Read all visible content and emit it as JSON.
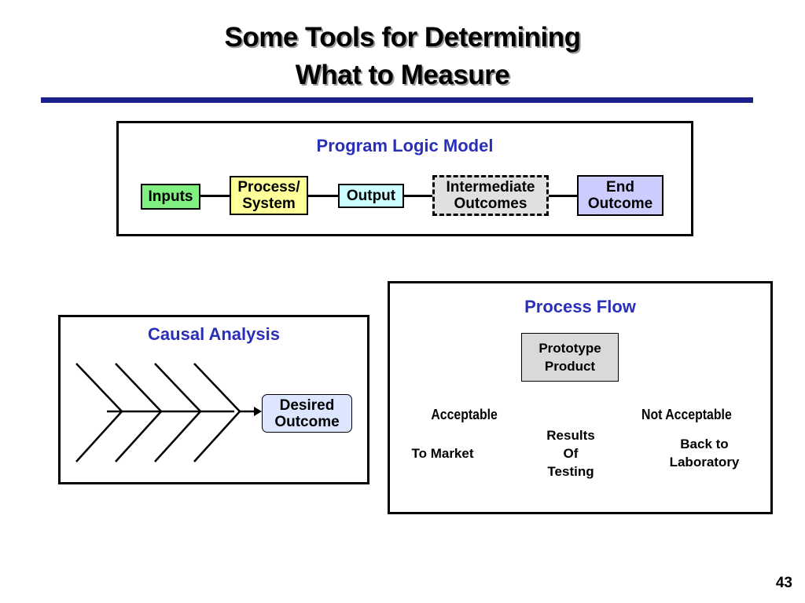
{
  "slide": {
    "title_line1": "Some Tools for Determining",
    "title_line2": "What to Measure",
    "page_number": "43"
  },
  "logic_model": {
    "title": "Program Logic Model",
    "nodes": [
      {
        "label": "Inputs",
        "fill": "#80f080"
      },
      {
        "label_line1": "Process/",
        "label_line2": "System",
        "fill": "#ffff99"
      },
      {
        "label": "Output",
        "fill": "#ccffff"
      },
      {
        "label_line1": "Intermediate",
        "label_line2": "Outcomes",
        "fill": "#e0e0e0",
        "border": "dashed"
      },
      {
        "label_line1": "End",
        "label_line2": "Outcome",
        "fill": "#ccccff"
      }
    ]
  },
  "causal_analysis": {
    "title": "Causal Analysis",
    "outcome_line1": "Desired",
    "outcome_line2": "Outcome",
    "outcome_fill": "#dde6ff"
  },
  "process_flow": {
    "title": "Process Flow",
    "start_line1": "Prototype",
    "start_line2": "Product",
    "start_fill": "#d9d9d9",
    "decision_line1": "Results",
    "decision_line2": "Of",
    "decision_line3": "Testing",
    "decision_fill": "#cce8ff",
    "left_branch_label": "Acceptable",
    "right_branch_label": "Not Acceptable",
    "left_outcome": "To Market",
    "right_outcome_line1": "Back to",
    "right_outcome_line2": "Laboratory",
    "outcome_fill": "#ffff99"
  }
}
